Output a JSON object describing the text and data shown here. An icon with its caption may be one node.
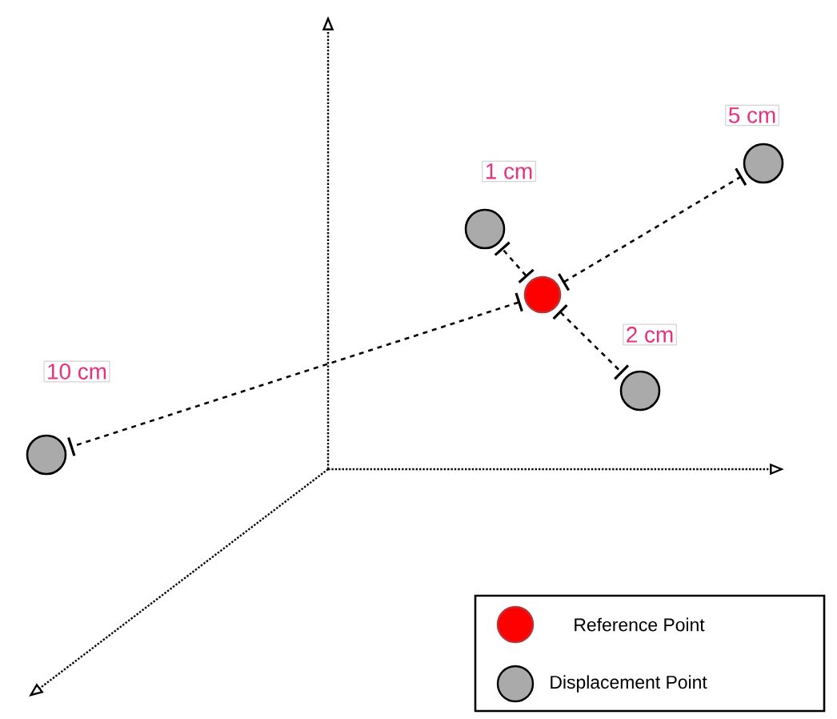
{
  "diagram": {
    "nodes": [
      {
        "text": [],
        "shape": "circle"
      },
      {
        "text": [],
        "shape": "circle"
      },
      {
        "text": [],
        "shape": "circle"
      },
      {
        "text": [],
        "shape": "circle"
      },
      {
        "text": [],
        "shape": "circle"
      }
    ],
    "edges": [
      {
        "from": 0,
        "to": 1,
        "arrow": "other",
        "style": "dashed",
        "label": "10 cm"
      },
      {
        "from": 0,
        "to": 2,
        "arrow": "other",
        "style": "dashed",
        "label": "1 cm"
      },
      {
        "from": 0,
        "to": 3,
        "arrow": "other",
        "style": "dashed",
        "label": "5 cm"
      },
      {
        "from": 0,
        "to": 4,
        "arrow": "other",
        "style": "dashed",
        "label": "2 cm"
      }
    ],
    "legend": [
      {
        "text": "Reference Point",
        "color": "#ff0000"
      },
      {
        "text": "Displacement Point",
        "color": "#aaaaaa"
      }
    ]
  }
}
